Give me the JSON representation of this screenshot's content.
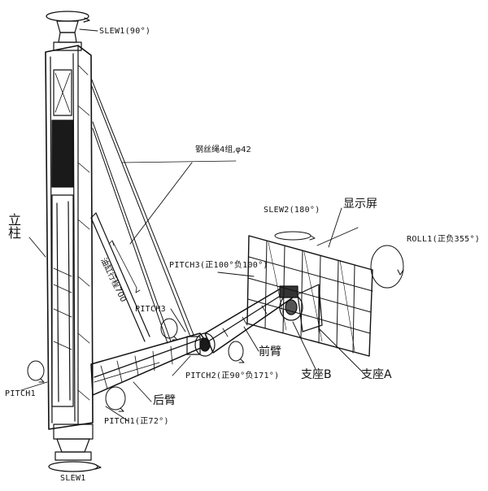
{
  "labels": {
    "slew1_top": "SLEW1(90°)",
    "slew1_bottom": "SLEW1",
    "cable": "钢丝绳4组,φ42",
    "upright": "立柱",
    "display": "显示屏",
    "slew2": "SLEW2(180°)",
    "roll1": "ROLL1(正负355°)",
    "pitch3": "PITCH3(正100°负100°)",
    "pitch3_short": "PITCH3",
    "stroke": "油缸行程700",
    "forearm": "前臂",
    "support_b": "支座B",
    "support_a": "支座A",
    "pitch2": "PITCH2(正90°负171°)",
    "pitch1_left": "PITCH1",
    "rear_arm": "后臂",
    "pitch1": "PITCH1(正72°)"
  },
  "colors": {
    "line": "#111111",
    "fill_dark": "#1a1a1a",
    "fill_mid": "#555555"
  }
}
